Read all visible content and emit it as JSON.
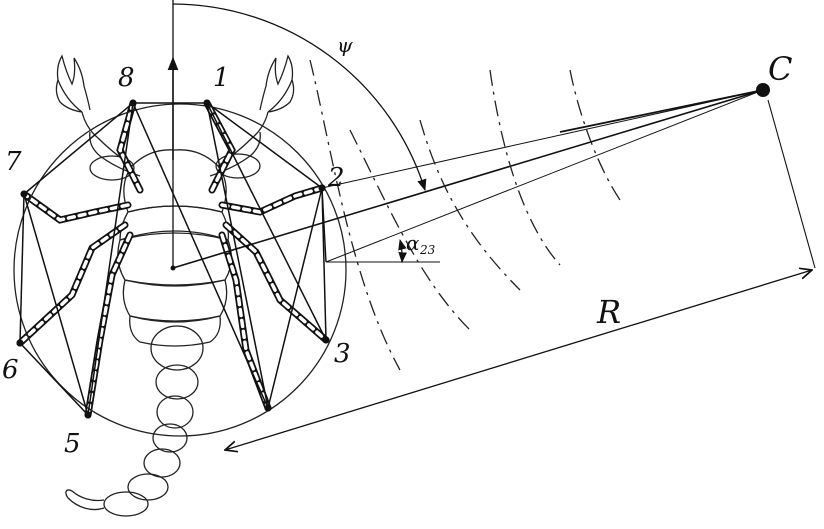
{
  "labels": {
    "leg_1": "1",
    "leg_2": "2",
    "leg_3": "3",
    "leg_5": "5",
    "leg_6": "6",
    "leg_7": "7",
    "leg_8": "8",
    "source": "C",
    "distance": "R",
    "direction_angle": "ψ",
    "angle_alpha": "α",
    "angle_subscript": "23"
  }
}
